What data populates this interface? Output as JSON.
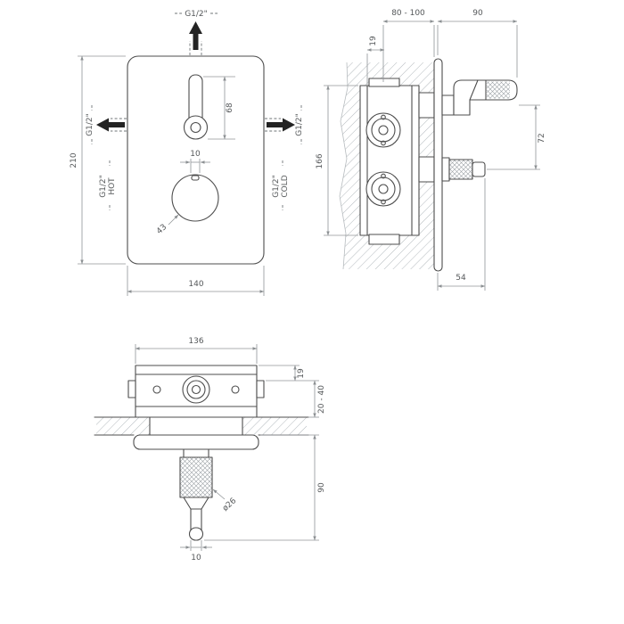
{
  "drawing": {
    "line_color": "#4d4d4d",
    "dim_color": "#8c8c8c",
    "front_view": {
      "top_port": "G1/2\"",
      "left_port": "G1/2\"",
      "right_port": "G1/2\"",
      "hot_line1": "G1/2\"",
      "hot_line2": "HOT",
      "cold_line1": "G1/2\"",
      "cold_line2": "COLD",
      "plate_height": "210",
      "plate_width": "140",
      "lever_length": "68",
      "notch_width": "10",
      "knob_diameter": "43"
    },
    "side_view": {
      "rough_in_depth_range": "80 - 100",
      "lever_projection": "90",
      "plate_recess": "19",
      "body_height": "166",
      "handle_to_knob": "72",
      "knob_projection": "54"
    },
    "plan_view": {
      "body_width": "136",
      "recess": "19",
      "finish_depth_range": "20 - 40",
      "lever_projection": "90",
      "grip_diameter": "ø26",
      "lever_thickness": "10"
    }
  }
}
